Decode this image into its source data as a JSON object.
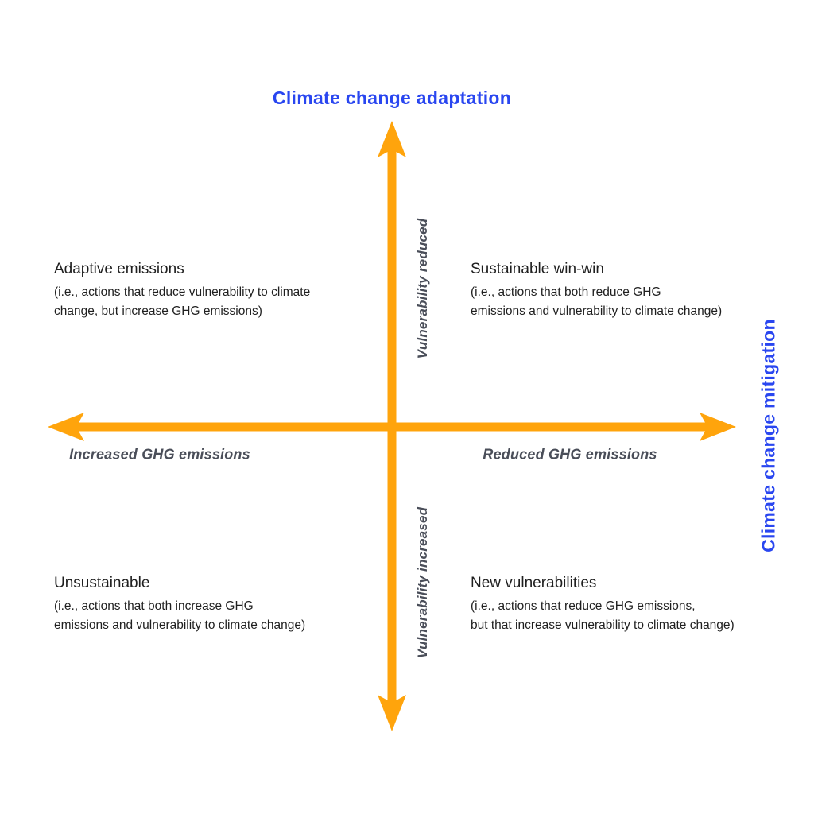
{
  "titles": {
    "top": "Climate change adaptation",
    "right": "Climate change mitigation"
  },
  "axis_labels": {
    "up": "Vulnerability reduced",
    "down": "Vulnerability increased",
    "left": "Increased GHG emissions",
    "right": "Reduced GHG emissions"
  },
  "quadrants": {
    "top_left": {
      "heading": "Adaptive emissions",
      "lines": [
        "(i.e., actions that reduce vulnerability to climate",
        "change, but increase GHG emissions)"
      ]
    },
    "top_right": {
      "heading": "Sustainable win-win",
      "lines": [
        "(i.e., actions that both reduce GHG",
        "emissions and vulnerability to climate change)"
      ]
    },
    "bottom_left": {
      "heading": "Unsustainable",
      "lines": [
        "(i.e., actions that both increase GHG",
        "emissions and vulnerability to climate change)"
      ]
    },
    "bottom_right": {
      "heading": "New vulnerabilities",
      "lines": [
        "(i.e., actions that reduce GHG emissions,",
        "but that increase vulnerability to climate change)"
      ]
    }
  },
  "colors": {
    "orange": "#FFA40C",
    "blue": "#2946F0",
    "gray": "#4A4E59",
    "ink": "#1F1F1F"
  }
}
